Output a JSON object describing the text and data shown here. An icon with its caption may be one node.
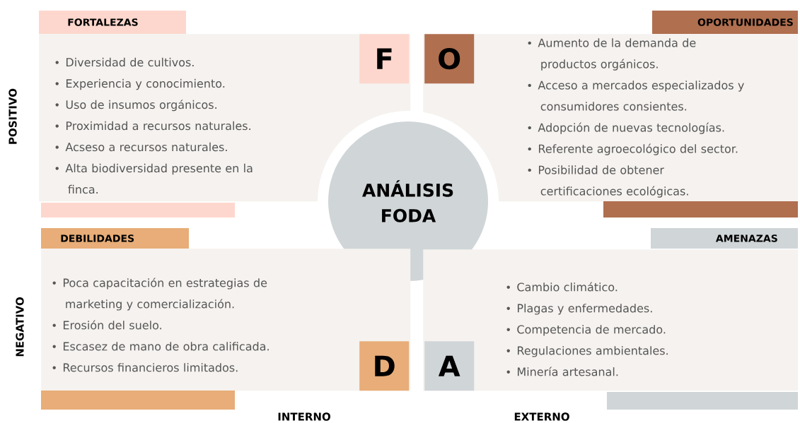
{
  "diagram": {
    "nodes": [
      {
        "text": [
          "FORTALEZAS",
          "Diversidad de cultivos.",
          "Experiencia y conocimiento.",
          "Uso de insumos orgánicos.",
          "Proximidad a recursos naturales.",
          "Acseso a recursos naturales.",
          "Alta biodiversidad presente en la finca."
        ]
      },
      {
        "text": [
          "F"
        ],
        "in": 0
      },
      {
        "text": [
          "OPORTUNIDADES",
          "Aumento de la demanda de productos orgánicos.",
          "Acceso a mercados especializados y consumidores consientes.",
          "Adopción de nuevas tecnologías.",
          "Referente agroecológico del sector.",
          "Posibilidad de obtener certificaciones ecológicas."
        ]
      },
      {
        "text": [
          "O"
        ],
        "in": 2
      },
      {
        "text": [
          "ANÁLISIS FODA"
        ]
      },
      {
        "text": [
          "DEBILIDADES",
          "Poca capacitación en estrategias de marketing y comercialización.",
          "Erosión del suelo.",
          "Escasez de mano de obra calificada.",
          "Recursos financieros limitados."
        ]
      },
      {
        "text": [
          "D"
        ],
        "in": 5
      },
      {
        "text": [
          "AMENAZAS",
          "Cambio climático.",
          "Plagas y enfermedades.",
          "Competencia de mercado.",
          "Regulaciones ambientales.",
          "Minería artesanal."
        ]
      },
      {
        "text": [
          "A"
        ],
        "in": 7
      }
    ],
    "edges": [],
    "labels": [
      "POSITIVO",
      "NEGATIVO",
      "INTERNO",
      "EXTERNO"
    ]
  }
}
